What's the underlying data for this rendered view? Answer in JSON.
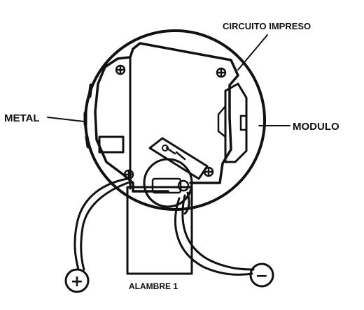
{
  "labels": {
    "circuit": "CIRCUITO IMPRESO",
    "metal": "METAL",
    "module": "MODULO",
    "wire": "ALAMBRE 1"
  },
  "terminals": {
    "positive": "+",
    "negative": "−"
  },
  "colors": {
    "ink": "#111111",
    "paper": "#ffffff"
  },
  "icons": {
    "screw": "screw-icon",
    "positive_terminal": "plus-terminal-icon",
    "negative_terminal": "minus-terminal-icon"
  }
}
